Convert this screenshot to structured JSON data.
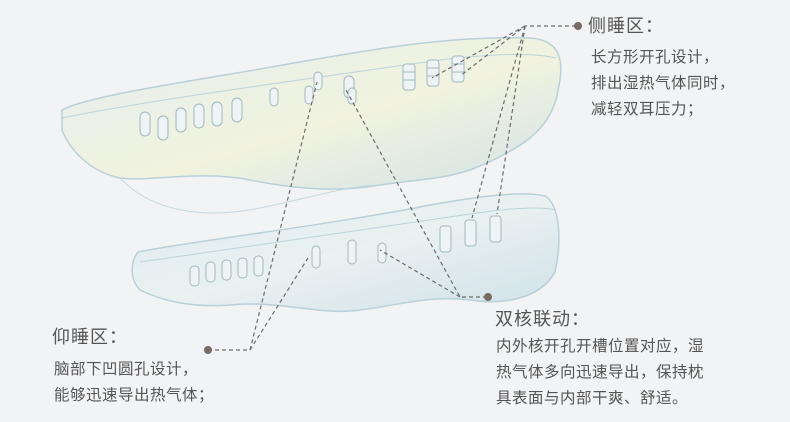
{
  "callouts": {
    "side_zone": {
      "title": "侧睡区：",
      "lines": [
        "长方形开孔设计，",
        "排出湿热气体同时，",
        "减轻双耳压力；"
      ]
    },
    "back_zone": {
      "title": "仰睡区：",
      "lines": [
        "脑部下凹圆孔设计，",
        "能够迅速导出热气体；"
      ]
    },
    "dual_core": {
      "title": "双核联动：",
      "lines": [
        "内外核开孔开槽位置对应，湿",
        "热气体多向迅速导出，保持枕",
        "具表面与内部干爽、舒适。"
      ]
    }
  },
  "colors": {
    "background": "#f2f3f4",
    "pillow_fill": "#d8e8ec",
    "pillow_edge": "#a9c7d0",
    "dot": "#7a6a66",
    "leader": "#6b6b6b"
  }
}
